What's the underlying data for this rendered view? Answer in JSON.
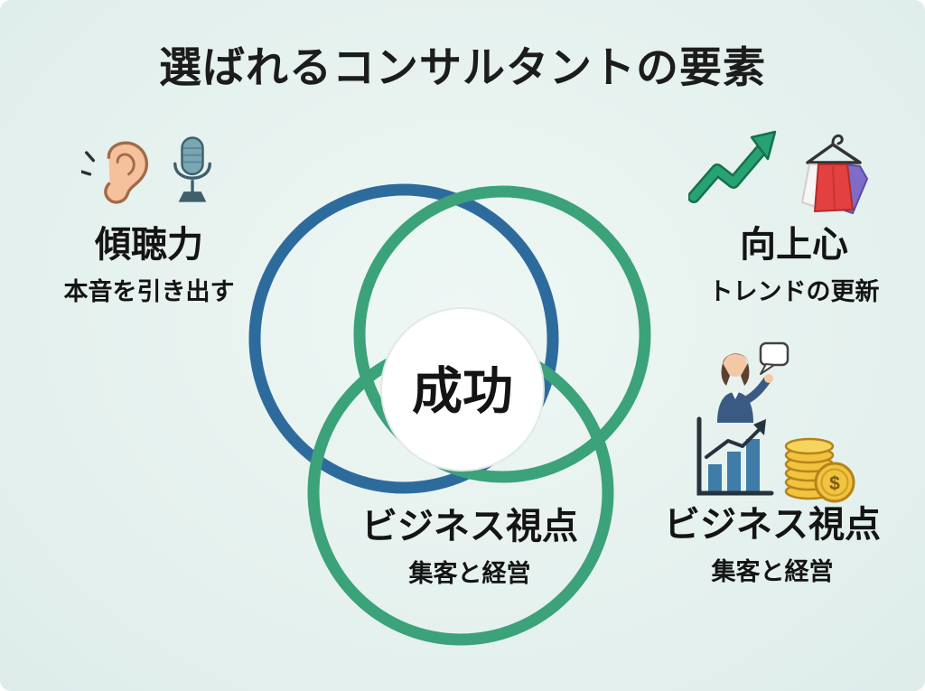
{
  "page": {
    "title": "選ばれるコンサルタントの要素"
  },
  "colors": {
    "background": "#e5f1ee",
    "blue_circle": "#2e6b9d",
    "green_circle": "#3ba27a",
    "accent_red": "#e24140",
    "accent_purple": "#7f6cc9",
    "coin_gold": "#f1c33e"
  },
  "venn": {
    "center_label": "成功",
    "circles": [
      {
        "id": "listening",
        "color": "#2e6b9d"
      },
      {
        "id": "aspiration",
        "color": "#3ba27a"
      },
      {
        "id": "business",
        "color": "#3ba27a"
      }
    ]
  },
  "labels": {
    "listening": {
      "title": "傾聴力",
      "subtitle": "本音を引き出す"
    },
    "aspiration": {
      "title": "向上心",
      "subtitle": "トレンドの更新"
    },
    "business": {
      "title": "ビジネス視点",
      "subtitle": "集客と経営"
    },
    "business_side": {
      "title": "ビジネス視点",
      "subtitle": "集客と経営"
    }
  },
  "icons": {
    "listening": [
      "ear-icon",
      "microphone-icon"
    ],
    "aspiration": [
      "growth-arrow-icon",
      "clothes-hanger-icon"
    ],
    "business": [
      "consultant-woman-icon",
      "bar-chart-icon",
      "coins-icon"
    ],
    "coin_symbol": "$"
  }
}
